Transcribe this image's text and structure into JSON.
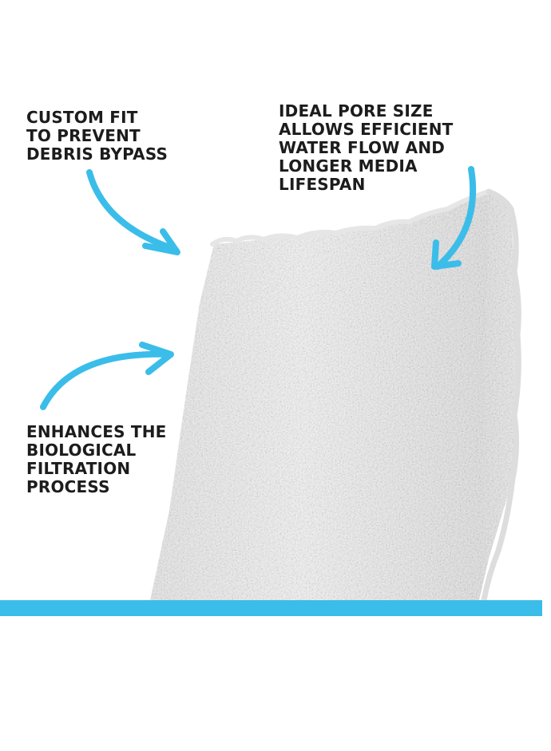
{
  "callouts": {
    "custom_fit": [
      "CUSTOM FIT",
      "TO PREVENT",
      "DEBRIS BYPASS"
    ],
    "pore_size": [
      "IDEAL PORE SIZE",
      "ALLOWS EFFICIENT",
      "WATER FLOW AND",
      "LONGER MEDIA",
      "LIFESPAN"
    ],
    "biological": [
      "ENHANCES THE",
      "BIOLOGICAL",
      "FILTRATION",
      "PROCESS"
    ]
  },
  "colors": {
    "accent_blue": "#3bbde9",
    "text": "#1c1c1c",
    "sponge_light": "#f4f4f4",
    "sponge_shadow": "#cfcfcf"
  },
  "icons": {
    "arrows": [
      "curved-arrow-icon",
      "curved-arrow-icon",
      "curved-arrow-icon"
    ]
  }
}
